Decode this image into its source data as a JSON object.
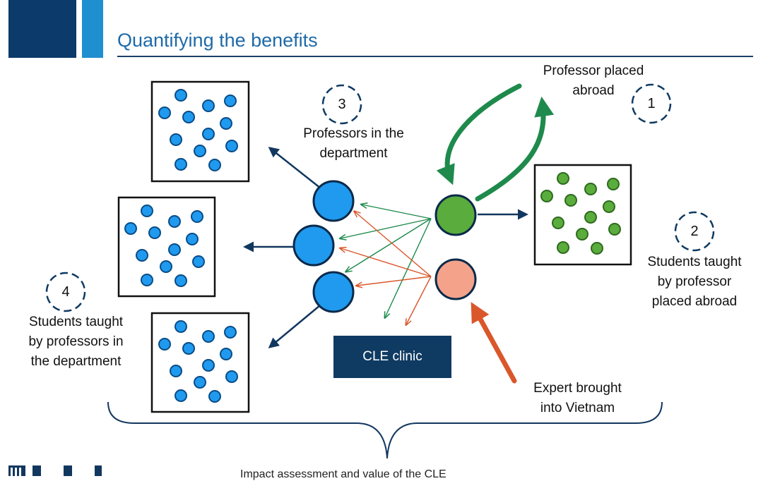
{
  "slide": {
    "title": "Quantifying the benefits"
  },
  "diagram": {
    "professor_abroad_label": [
      "Professor placed",
      "abroad"
    ],
    "professors_department_label": [
      "Professors in the",
      "department"
    ],
    "students_abroad_label": [
      "Students taught",
      "by professor",
      "placed abroad"
    ],
    "students_department_label": [
      "Students taught",
      "by professors in",
      "the department"
    ],
    "expert_label": [
      "Expert brought",
      "into Vietnam"
    ],
    "clinic_label": "CLE clinic",
    "step_numbers": [
      "1",
      "2",
      "3",
      "4"
    ],
    "colors": {
      "department": "#1f9aef",
      "abroad": "#5aac3c",
      "expert": "#f4a28a",
      "green_arrow": "#1e8a4c",
      "orange_arrow": "#d9572b",
      "navy": "#12375f"
    }
  },
  "footer": {
    "caption": "Impact assessment and value of the CLE"
  }
}
